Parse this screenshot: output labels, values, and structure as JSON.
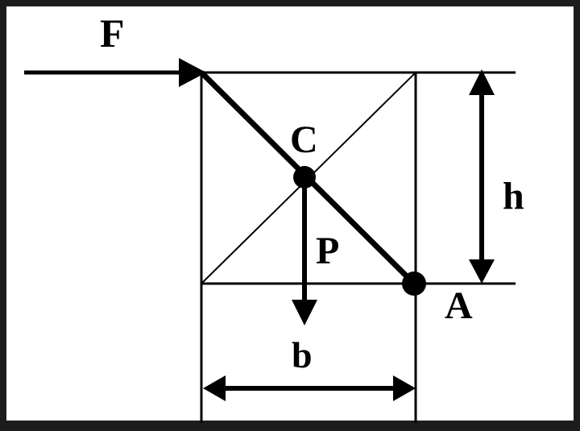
{
  "labels": {
    "force": "F",
    "center": "C",
    "weight": "P",
    "height": "h",
    "pivot": "A",
    "width": "b"
  },
  "colors": {
    "background": "#ffffff",
    "frame": "#1c1c1c",
    "ink": "#000000"
  }
}
